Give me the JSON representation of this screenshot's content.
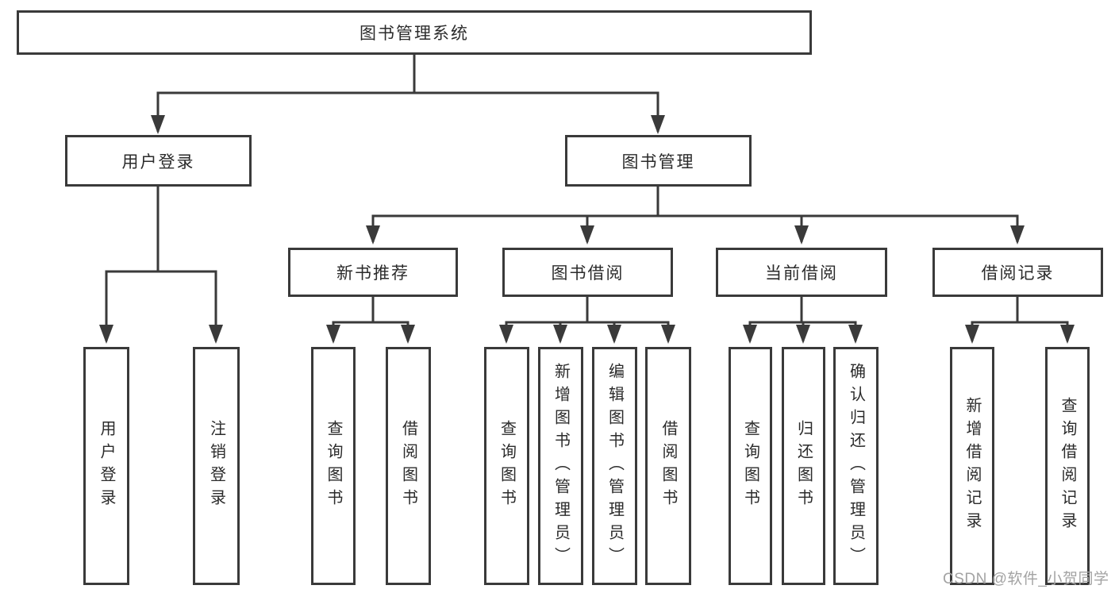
{
  "diagram_title": "图书管理系统",
  "colors": {
    "line": "#3a3a3a",
    "box_border": "#3a3a3a",
    "text": "#2b2b2b",
    "watermark": "#a3a3a3",
    "background": "#ffffff"
  },
  "tree": {
    "root": {
      "label": "图书管理系统"
    },
    "user": {
      "label": "用户登录",
      "children": [
        {
          "label": "用户登录"
        },
        {
          "label": "注销登录"
        }
      ]
    },
    "book": {
      "label": "图书管理",
      "sections": [
        {
          "label": "新书推荐",
          "children": [
            {
              "label": "查询图书"
            },
            {
              "label": "借阅图书"
            }
          ]
        },
        {
          "label": "图书借阅",
          "children": [
            {
              "label": "查询图书"
            },
            {
              "label": "新增图书（管理员）"
            },
            {
              "label": "编辑图书（管理员）"
            },
            {
              "label": "借阅图书"
            }
          ]
        },
        {
          "label": "当前借阅",
          "children": [
            {
              "label": "查询图书"
            },
            {
              "label": "归还图书"
            },
            {
              "label": "确认归还（管理员）"
            }
          ]
        },
        {
          "label": "借阅记录",
          "children": [
            {
              "label": "新增借阅记录"
            },
            {
              "label": "查询借阅记录"
            }
          ]
        }
      ]
    }
  },
  "watermark": "CSDN @软件_小贺同学"
}
